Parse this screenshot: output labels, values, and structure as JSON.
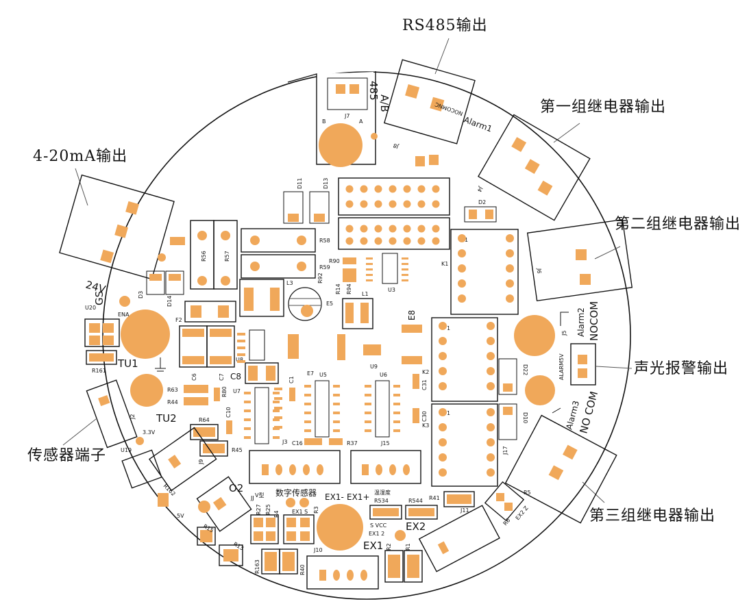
{
  "callouts": {
    "rs485": "RS485输出",
    "relay1": "第一组继电器输出",
    "relay2": "第二组继电器输出",
    "relay3": "第三组继电器输出",
    "current_out": "4-20mA输出",
    "sensor_term": "传感器端子",
    "audio_alarm": "声光报警输出"
  },
  "silkscreen": {
    "j7": "J7",
    "j8": "J8",
    "j4": "J4",
    "j6": "J6",
    "j5": "J5",
    "j17": "J17",
    "j11": "J11",
    "j10": "J10",
    "j9": "J9",
    "j2": "J2",
    "jj": "JJ",
    "j3": "J3",
    "j15": "J15",
    "label_485": "485",
    "label_ab": "A/B",
    "label_a": "A",
    "label_b": "B",
    "alarm1": "Alarm1",
    "nocomnc": "NOCOMNC",
    "alarm2": "Alarm2",
    "nocom2": "NOCOM",
    "alarm5v": "ALARM5V",
    "alarm3": "Alarm3",
    "nocom3": "NO COM",
    "d11": "D11",
    "d13": "D13",
    "d2": "D2",
    "d3": "D3",
    "d14": "D14",
    "d22": "D22",
    "d10": "D10",
    "r56": "R56",
    "r57": "R57",
    "r58": "R58",
    "r59": "R59",
    "r90": "R90",
    "r92": "R92",
    "r14": "R14",
    "r94": "R94",
    "l3": "L3",
    "l1": "L1",
    "e5": "E5",
    "e7": "E7",
    "e8": "E8",
    "u3": "U3",
    "u5": "U5",
    "u6": "U6",
    "u7": "U7",
    "u8": "U8",
    "u9": "U9",
    "u20": "U20",
    "u19": "U19",
    "k1": "K1",
    "k2": "K2",
    "k3": "K3",
    "c1": "C1",
    "c6": "C6",
    "c7": "C7",
    "c8": "C8",
    "c10": "C10",
    "c16": "C16",
    "c30": "C30",
    "c31": "C31",
    "r63": "R63",
    "r44": "R44",
    "r80": "R80",
    "r64": "R64",
    "r45": "R45",
    "r37": "R37",
    "r161": "R161",
    "r162": "R162",
    "r41": "R41",
    "r5": "R5",
    "r6": "R6",
    "r534": "R534",
    "r544": "R544",
    "r27": "R27",
    "r25": "R25",
    "r4": "R4",
    "r3": "R3",
    "r163": "R163",
    "r40": "R40",
    "r2": "R2",
    "r1": "R1",
    "r15": "R15",
    "r13": "R13",
    "f2": "F2",
    "ena": "ENA",
    "gs": "GS",
    "v24": "24V",
    "tu1": "TU1",
    "tu2": "TU2",
    "v33": "3.3V",
    "v5": "5V",
    "o2": "O2",
    "ex1m": "EX1-",
    "ex1p": "EX1+",
    "ex1": "EX1",
    "ex2": "EX2",
    "ex1s": "EX1 S",
    "ex1_2": "EX1 2",
    "digital_sensor": "数字传感器",
    "temp_hum": "温湿度",
    "vcc": "S   VCC",
    "vtype": "V型",
    "pin1": "1",
    "ex2z": "EX2 Z"
  },
  "colors": {
    "pad": "#f0a85a",
    "ink": "#111111",
    "background": "#ffffff"
  }
}
